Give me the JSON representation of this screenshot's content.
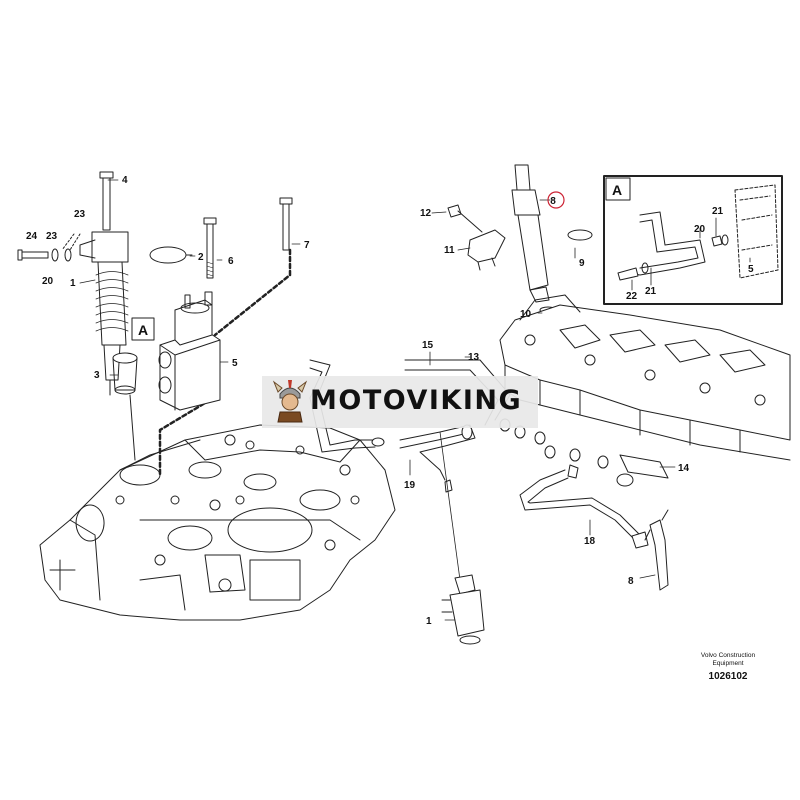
{
  "detail_label": "A",
  "callouts": {
    "c1": "1",
    "c1b": "1",
    "c2": "2",
    "c3": "3",
    "c4": "4",
    "c5": "5",
    "c5b": "5",
    "c6": "6",
    "c7": "7",
    "c8": "8",
    "c8b": "8",
    "c9": "9",
    "c10": "10",
    "c11": "11",
    "c12": "12",
    "c13": "13",
    "c14": "14",
    "c15": "15",
    "c18": "18",
    "c19": "19",
    "c20": "20",
    "c20b": "20",
    "c21": "21",
    "c21b": "21",
    "c22": "22",
    "c23": "23",
    "c23b": "23",
    "c24": "24"
  },
  "highlight_color": "#cc2233",
  "watermark": {
    "text": "MOTOVIKING"
  },
  "footer": {
    "line1": "Volvo Construction",
    "line2": "Equipment",
    "drawing_id": "1026102"
  }
}
